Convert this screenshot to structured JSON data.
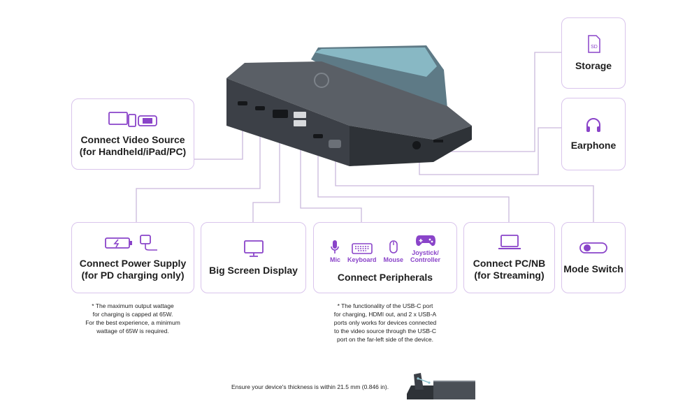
{
  "cards": {
    "storage": {
      "title": "Storage",
      "icon": "sd-card-icon",
      "badge": "SD"
    },
    "earphone": {
      "title": "Earphone",
      "icon": "headphones-icon"
    },
    "video_source": {
      "line1": "Connect Video Source",
      "line2": "(for Handheld/iPad/PC)",
      "icon": "devices-icon"
    },
    "power": {
      "line1": "Connect Power Supply",
      "line2": "(for PD charging only)",
      "icon": "power-adapter-icon"
    },
    "display": {
      "title": "Big Screen Display",
      "icon": "monitor-icon"
    },
    "peripherals": {
      "title": "Connect Peripherals",
      "items": [
        {
          "label": "Mic",
          "icon": "mic-icon"
        },
        {
          "label": "Keyboard",
          "icon": "keyboard-icon"
        },
        {
          "label": "Mouse",
          "icon": "mouse-icon"
        },
        {
          "label": "Joystick/",
          "label2": "Controller",
          "icon": "gamepad-icon"
        }
      ]
    },
    "pc": {
      "line1": "Connect PC/NB",
      "line2": "(for Streaming)",
      "icon": "laptop-icon"
    },
    "mode": {
      "title": "Mode Switch",
      "icon": "toggle-switch-icon"
    }
  },
  "notes": {
    "power": [
      "* The maximum output wattage",
      "for charging is capped at 65W.",
      "For the best experience, a minimum",
      "wattage of 65W is required."
    ],
    "peripherals": [
      "* The functionality of the USB-C port",
      "for charging, HDMI out, and 2 x USB-A",
      "ports only works for devices connected",
      "to the video source through the USB-C",
      "port on the far-left side of the device."
    ]
  },
  "bottom_note": "Ensure your device's thickness is within 21.5 mm (0.846 in).",
  "colors": {
    "accent": "#8a44c9",
    "card_border": "#d9c4ec",
    "lines": "#c9b8dc",
    "device_body": "#3e434a"
  }
}
